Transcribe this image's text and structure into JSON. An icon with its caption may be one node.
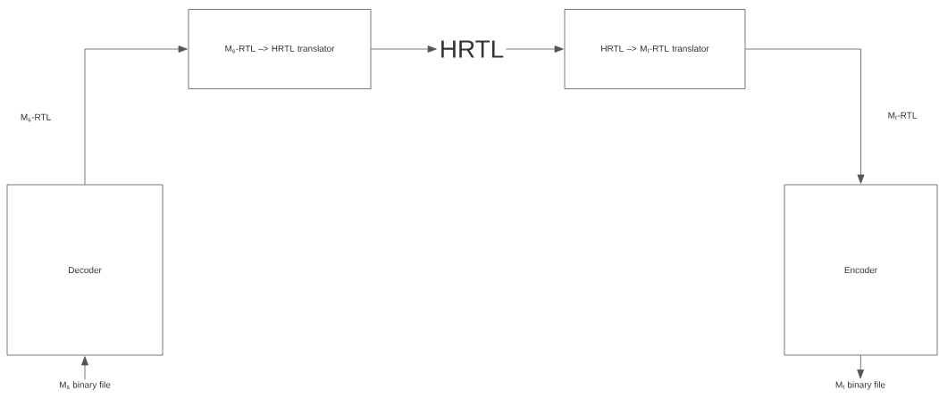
{
  "diagram": {
    "nodes": [
      {
        "text": [
          "M$_{s}$ binary file"
        ]
      },
      {
        "text": [
          "Decoder"
        ]
      },
      {
        "text": [
          "M$_{s}$-RTL –> HRTL translator"
        ]
      },
      {
        "text": [
          "HRTL"
        ]
      },
      {
        "text": [
          "HRTL –> M$_{t}$-RTL translator"
        ]
      },
      {
        "text": [
          "Encoder"
        ]
      },
      {
        "text": [
          "M$_{t}$ binary file"
        ]
      }
    ],
    "edges": [
      {
        "from": 0,
        "to": 1,
        "arrow": "to"
      },
      {
        "from": 1,
        "to": 2,
        "arrow": "to",
        "label": "M$_{s}$-RTL"
      },
      {
        "from": 2,
        "to": 3,
        "arrow": "to"
      },
      {
        "from": 3,
        "to": 4,
        "arrow": "to"
      },
      {
        "from": 4,
        "to": 5,
        "arrow": "to",
        "label": "M$_{t}$-RTL"
      },
      {
        "from": 5,
        "to": 6,
        "arrow": "to"
      }
    ]
  }
}
